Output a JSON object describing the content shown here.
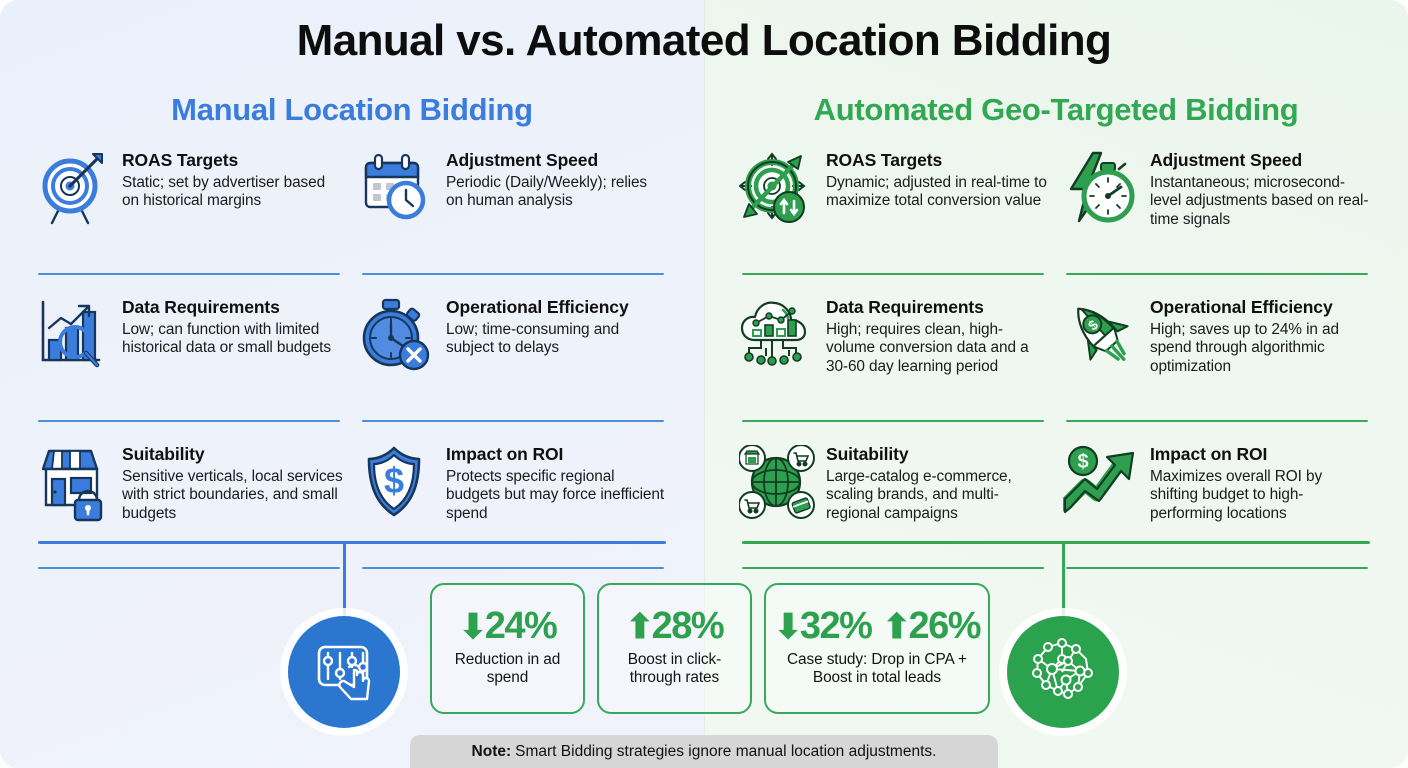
{
  "title": "Manual vs. Automated Location Bidding",
  "colors": {
    "blue": "#3b7ddd",
    "green": "#33a853",
    "blue_panel": "#eef2fb",
    "green_panel": "#eff7f0",
    "note_bg": "#d6d6d6"
  },
  "left": {
    "heading": "Manual Location Bidding",
    "circle_icon": "sliders-hand-icon",
    "features": [
      {
        "icon": "target-arrow-icon",
        "title": "ROAS Targets",
        "desc": "Static; set by advertiser based on historical margins"
      },
      {
        "icon": "calendar-clock-icon",
        "title": "Adjustment Speed",
        "desc": "Periodic (Daily/Weekly); relies on human analysis"
      },
      {
        "icon": "bar-chart-magnifier-icon",
        "title": "Data Requirements",
        "desc": "Low; can function with limited historical data or small budgets"
      },
      {
        "icon": "stopwatch-x-icon",
        "title": "Operational Efficiency",
        "desc": "Low; time-consuming and subject to delays"
      },
      {
        "icon": "storefront-lock-icon",
        "title": "Suitability",
        "desc": "Sensitive verticals, local services with strict boundaries, and small budgets"
      },
      {
        "icon": "shield-dollar-icon",
        "title": "Impact on ROI",
        "desc": "Protects specific regional budgets but may force inefficient spend"
      }
    ]
  },
  "right": {
    "heading": "Automated Geo-Targeted Bidding",
    "circle_icon": "neural-network-brain-icon",
    "features": [
      {
        "icon": "dynamic-target-arrows-icon",
        "title": "ROAS Targets",
        "desc": "Dynamic; adjusted in real-time to maximize total conversion value"
      },
      {
        "icon": "lightning-stopwatch-icon",
        "title": "Adjustment Speed",
        "desc": "Instantaneous; microsecond-level adjustments based on real-time signals"
      },
      {
        "icon": "cloud-data-chart-icon",
        "title": "Data Requirements",
        "desc": "High; requires clean, high-volume conversion data and a 30-60 day learning period"
      },
      {
        "icon": "rocket-dollar-icon",
        "title": "Operational Efficiency",
        "desc": "High; saves up to 24% in ad spend through algorithmic optimization"
      },
      {
        "icon": "globe-commerce-icon",
        "title": "Suitability",
        "desc": "Large-catalog e-commerce, scaling brands, and multi-regional campaigns"
      },
      {
        "icon": "dollar-growth-arrow-icon",
        "title": "Impact on ROI",
        "desc": "Maximizes overall ROI by shifting budget to high-performing locations"
      }
    ]
  },
  "stats": [
    {
      "arrow": "down",
      "value": "24%",
      "label": "Reduction in ad spend"
    },
    {
      "arrow": "up",
      "value": "28%",
      "label": "Boost in click-through rates"
    },
    {
      "arrow": "down",
      "value": "32%",
      "arrow2": "up",
      "value2": "26%",
      "label": "Case study: Drop in CPA + Boost in total leads"
    }
  ],
  "note": {
    "bold": "Note:",
    "text": "Smart Bidding strategies ignore manual location adjustments."
  }
}
